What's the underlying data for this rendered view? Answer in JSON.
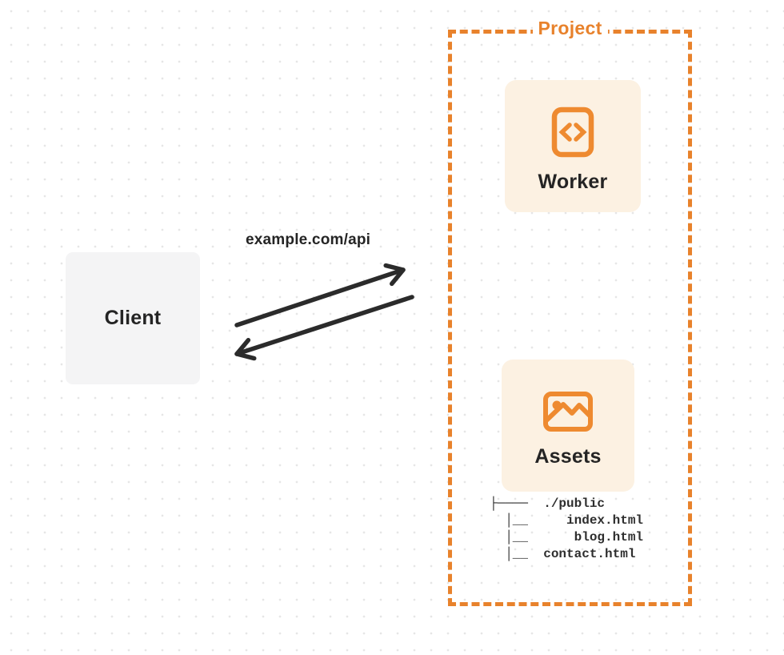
{
  "colors": {
    "accent_orange": "#e8822c",
    "icon_orange": "#ee8a30",
    "card_cream": "#fcf1e2",
    "client_gray": "#f4f4f5",
    "ink": "#242424",
    "arrow": "#2b2b2b",
    "dot_grid": "#e6e6e6"
  },
  "client": {
    "label": "Client"
  },
  "request": {
    "url": "example.com/api"
  },
  "project": {
    "label": "Project",
    "worker": {
      "label": "Worker",
      "icon": "code-file-icon"
    },
    "assets": {
      "label": "Assets",
      "icon": "image-icon"
    }
  },
  "file_tree": {
    "lines": [
      "├────  ./public",
      "  │__     index.html",
      "  │__      blog.html",
      "  │__  contact.html"
    ]
  }
}
